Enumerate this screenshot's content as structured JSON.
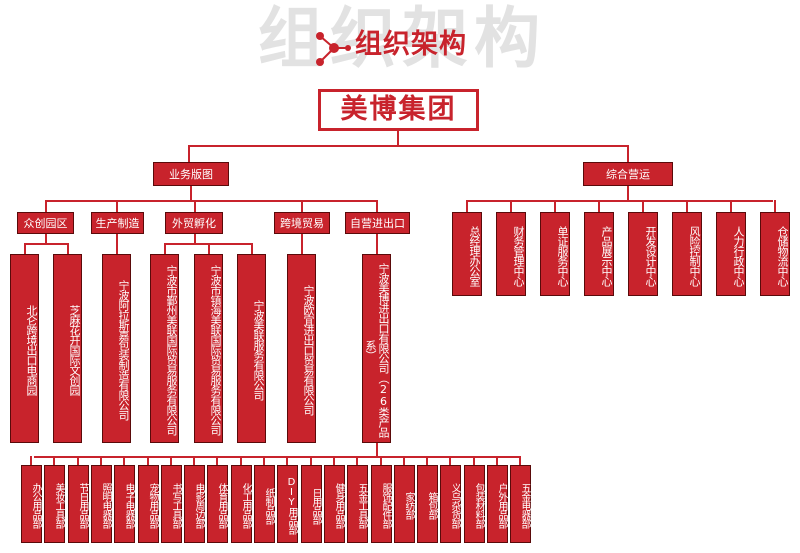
{
  "header": {
    "background_text": "组织架构",
    "title": "组织架构",
    "company": "美博集团"
  },
  "colors": {
    "accent": "#c8232c",
    "background": "#ffffff",
    "watermark": "#e2e2e2"
  },
  "icon": "molecule-icon",
  "business": {
    "label": "业务版图",
    "groups": [
      {
        "label": "众创园区",
        "units": [
          "北仑跨境出口电商园",
          "芝麻花开国际文创园"
        ]
      },
      {
        "label": "生产制造",
        "units": [
          "宁波阿拉斯嘉包装制造有限公司"
        ]
      },
      {
        "label": "外贸孵化",
        "units": [
          "宁波市鄞州美联国际贸易服务有限公司",
          "宁波市镇海美联国际贸易服务有限公司",
          "宁波美联服务有限公司"
        ]
      },
      {
        "label": "跨境贸易",
        "units": [
          "宁波欧宜进出口贸易有限公司"
        ]
      },
      {
        "label": "自营进出口",
        "units": [
          "宁波美博进出口有限公司（26类产品系）"
        ]
      }
    ],
    "departments": [
      "办公用品部",
      "美妆工具部",
      "节日用品部",
      "照明电器部",
      "电子电器部",
      "宠物用品部",
      "书写工具部",
      "电影周边部",
      "体育用品部",
      "化工用品部",
      "纸制品部",
      "DIY用品部",
      "日用品部",
      "健身用品部",
      "五金工具部",
      "服饰配件部",
      "家纺部",
      "箱包部",
      "义乌杂货部",
      "包装材料部",
      "户外用品部",
      "五金电器部"
    ]
  },
  "operations": {
    "label": "综合营运",
    "centers": [
      "总经理办公室",
      "财务管理中心",
      "单证服务中心",
      "产品展示中心",
      "开发设计中心",
      "风险控制中心",
      "人力行政中心",
      "仓储物流中心"
    ]
  }
}
